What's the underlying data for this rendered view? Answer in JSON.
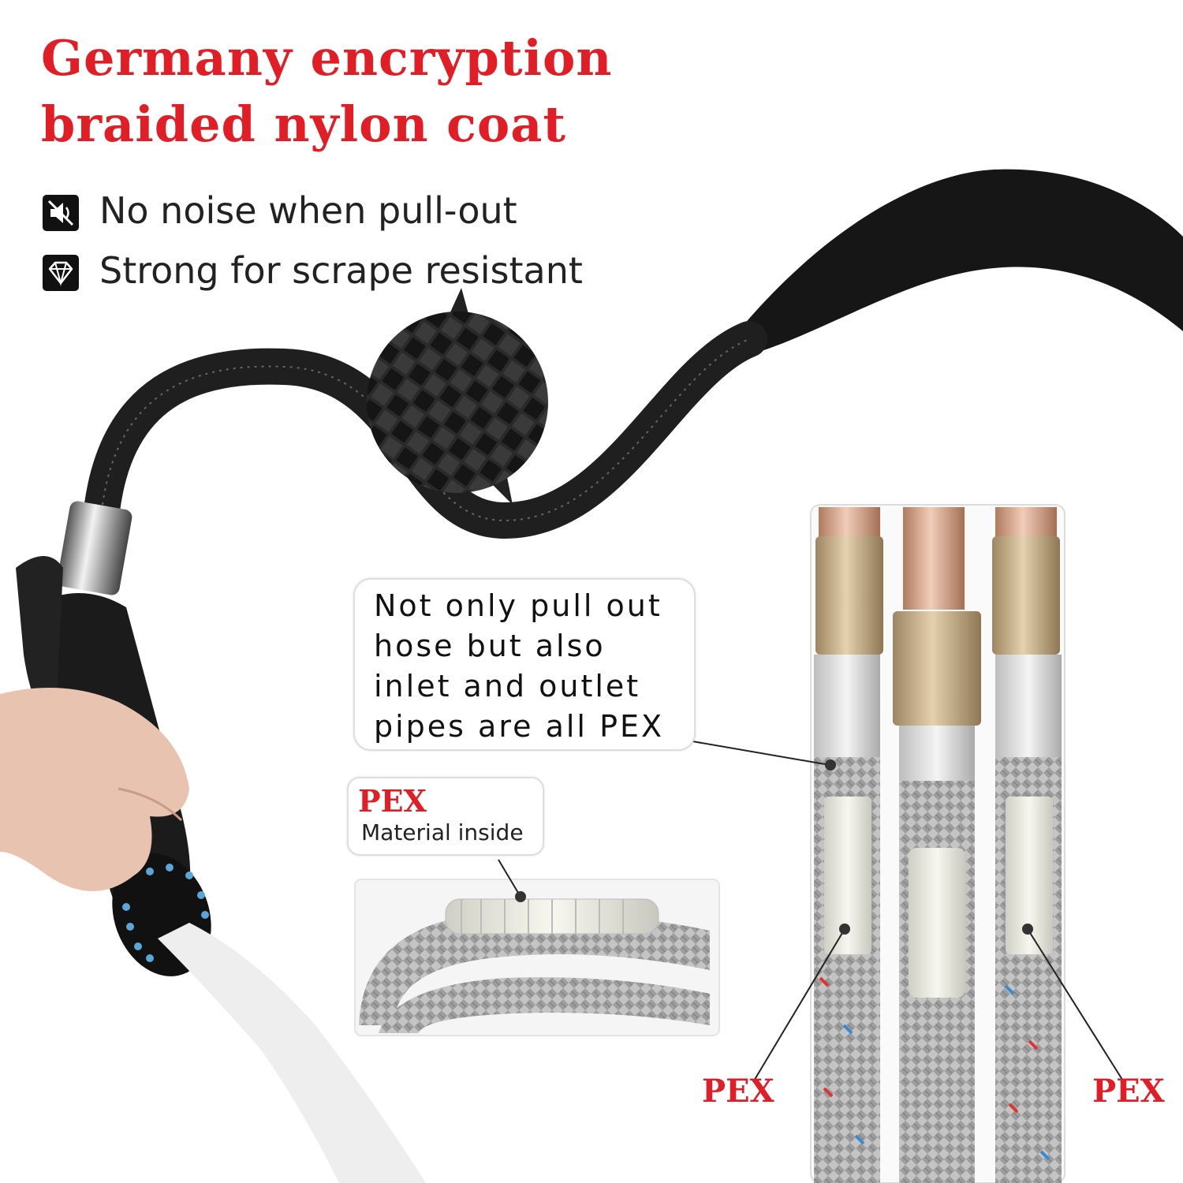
{
  "headline": {
    "line1": "Germany encryption",
    "line2": "braided nylon coat",
    "color": "#e11d25"
  },
  "features": [
    {
      "icon": "mute-speaker-icon",
      "text": "No noise when pull-out"
    },
    {
      "icon": "diamond-icon",
      "text": "Strong for scrape resistant"
    }
  ],
  "callout": {
    "lines": [
      "Not only pull out",
      "hose but also",
      "inlet and outlet",
      "pipes are all PEX"
    ]
  },
  "material": {
    "title": "PEX",
    "subtitle": "Material inside"
  },
  "pipe_labels": {
    "left": "PEX",
    "right": "PEX"
  }
}
